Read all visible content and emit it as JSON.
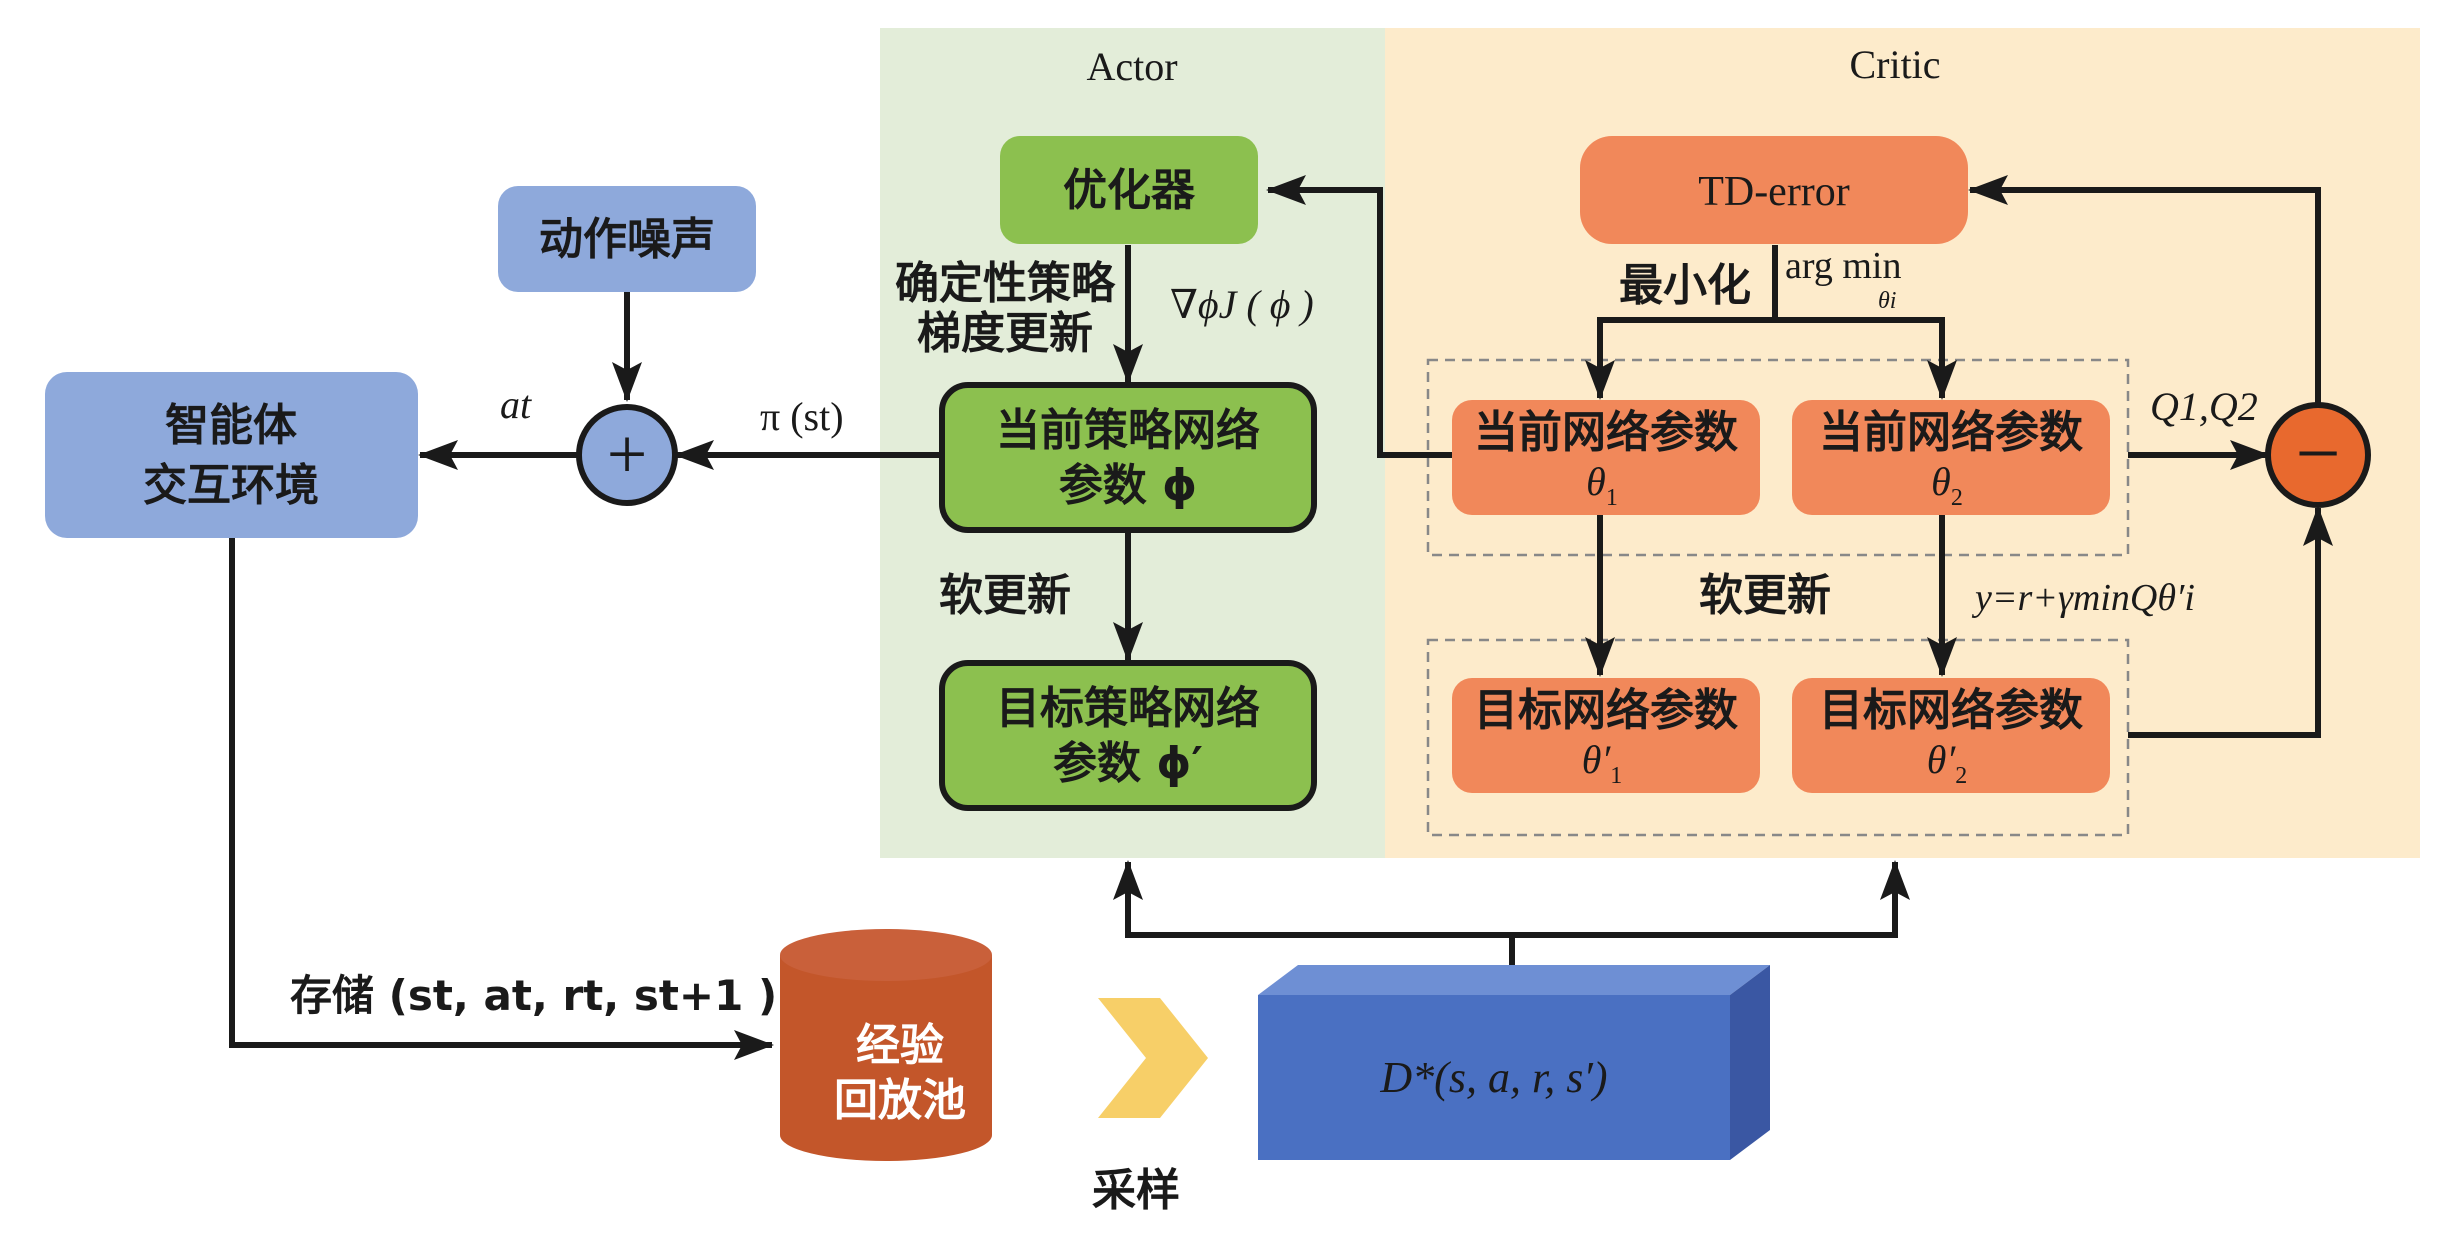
{
  "colors": {
    "actor_bg": "#e3edd9",
    "critic_bg": "#fdebcb",
    "green_box": "#8cc04f",
    "orange_box": "#f1885a",
    "blue_box": "#8ea9db",
    "plus_circle": "#8ea9db",
    "minus_circle": "#e8692e",
    "cylinder": "#c3562a",
    "cuboid": "#4a70c2",
    "chevron": "#f7cf68",
    "line": "#1a1a1a"
  },
  "panels": {
    "actor": "Actor",
    "critic": "Critic"
  },
  "nodes": {
    "optimizer": "优化器",
    "noise": "动作噪声",
    "env_line1": "智能体",
    "env_line2": "交互环境",
    "cur_policy_line1": "当前策略网络",
    "cur_policy_line2": "参数 ϕ",
    "tgt_policy_line1": "目标策略网络",
    "tgt_policy_line2": "参数 ϕ′",
    "td_error": "TD-error",
    "cur_net1_line1": "当前网络参数",
    "cur_net1_line2": "θ",
    "cur_net1_sub": "1",
    "cur_net2_line1": "当前网络参数",
    "cur_net2_line2": "θ",
    "cur_net2_sub": "2",
    "tgt_net1_line1": "目标网络参数",
    "tgt_net1_line2": "θ′",
    "tgt_net1_sub": "1",
    "tgt_net2_line1": "目标网络参数",
    "tgt_net2_line2": "θ′",
    "tgt_net2_sub": "2",
    "buffer_line1": "经验",
    "buffer_line2": "回放池",
    "batch": "D*(s, a, r, s′)"
  },
  "labels": {
    "det_pg_line1": "确定性策略",
    "det_pg_line2": "梯度更新",
    "grad": "∇ϕJ ( ϕ )",
    "soft_update_actor": "软更新",
    "soft_update_critic": "软更新",
    "minimize": "最小化",
    "argmin": "arg min",
    "argmin_sub": "θi",
    "q_values": "Q1,Q2",
    "target_y": "y=r+γminQθ′i",
    "a_t": "at",
    "pi_st": "π (st)",
    "store": "存储 (st, at, rt, st+1 )",
    "sample": "采样",
    "plus": "+",
    "minus": "−"
  }
}
